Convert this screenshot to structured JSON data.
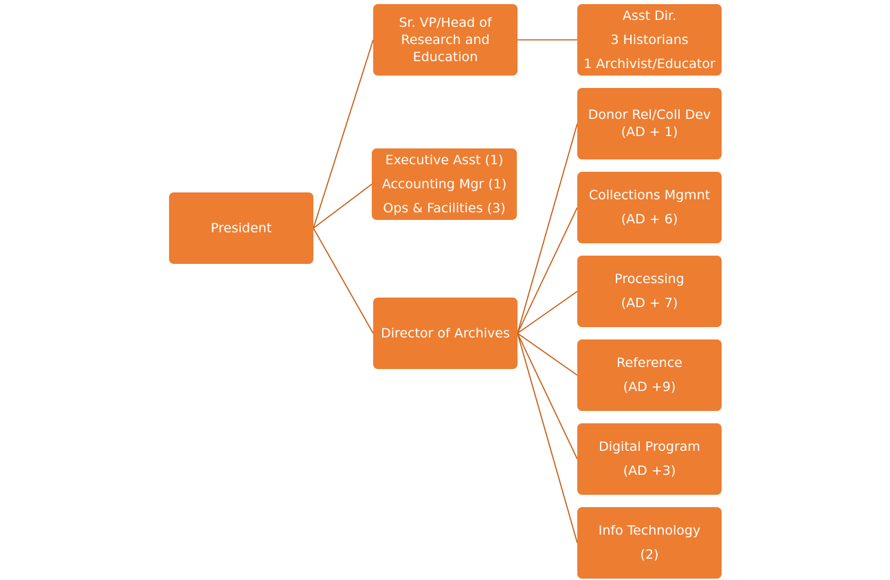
{
  "diagram": {
    "node_color": "#ed7d31",
    "text_color": "#ffffff",
    "connector_color": "#c55a11",
    "nodes": {
      "president": {
        "lines": [
          "President"
        ]
      },
      "srvp": {
        "lines": [
          "Sr. VP/Head of Research and Education"
        ]
      },
      "exec": {
        "lines": [
          "Executive Asst (1)",
          "Accounting Mgr (1)",
          "Ops & Facilities (3)"
        ]
      },
      "director": {
        "lines": [
          "Director of Archives"
        ]
      },
      "asst": {
        "lines": [
          "Asst Dir.",
          "3 Historians",
          "1 Archivist/Educator"
        ]
      },
      "donor": {
        "lines": [
          "Donor Rel/Coll Dev",
          "(AD + 1)"
        ]
      },
      "coll": {
        "lines": [
          "Collections Mgmnt",
          "(AD + 6)"
        ]
      },
      "proc": {
        "lines": [
          "Processing",
          "(AD + 7)"
        ]
      },
      "ref": {
        "lines": [
          "Reference",
          "(AD +9)"
        ]
      },
      "digital": {
        "lines": [
          "Digital Program",
          "(AD +3)"
        ]
      },
      "it": {
        "lines": [
          "Info Technology",
          "(2)"
        ]
      }
    },
    "edges": [
      [
        "president",
        "srvp"
      ],
      [
        "president",
        "exec"
      ],
      [
        "president",
        "director"
      ],
      [
        "srvp",
        "asst"
      ],
      [
        "director",
        "donor"
      ],
      [
        "director",
        "coll"
      ],
      [
        "director",
        "proc"
      ],
      [
        "director",
        "ref"
      ],
      [
        "director",
        "digital"
      ],
      [
        "director",
        "it"
      ]
    ]
  }
}
